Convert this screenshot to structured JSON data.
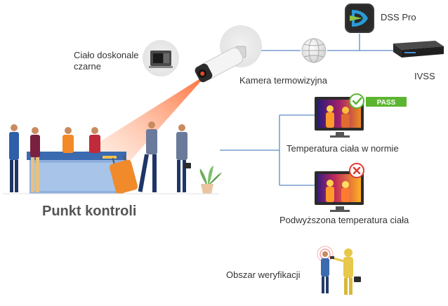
{
  "labels": {
    "blackbody": "Ciało doskonale czarne",
    "camera": "Kamera termowizyjna",
    "dss": "DSS Pro",
    "ivss": "IVSS",
    "normal_temp": "Temperatura ciała w normie",
    "high_temp": "Podwyższona temperatura ciała",
    "verification": "Obszar weryfikacji",
    "checkpoint": "Punkt kontroli",
    "pass_badge": "PASS"
  },
  "colors": {
    "line": "#5b8ac6",
    "beam": "#ff6a2c",
    "pass": "#5cb531",
    "alert": "#e03c31",
    "counter": "#5b8ac6"
  },
  "icons": {
    "blackbody": "blackbody-device-icon",
    "camera": "thermal-bullet-camera-icon",
    "network": "globe-network-icon",
    "dss": "dss-pro-app-icon",
    "ivss": "ivss-recorder-icon",
    "pass": "check-circle-icon",
    "fail": "x-circle-icon"
  }
}
